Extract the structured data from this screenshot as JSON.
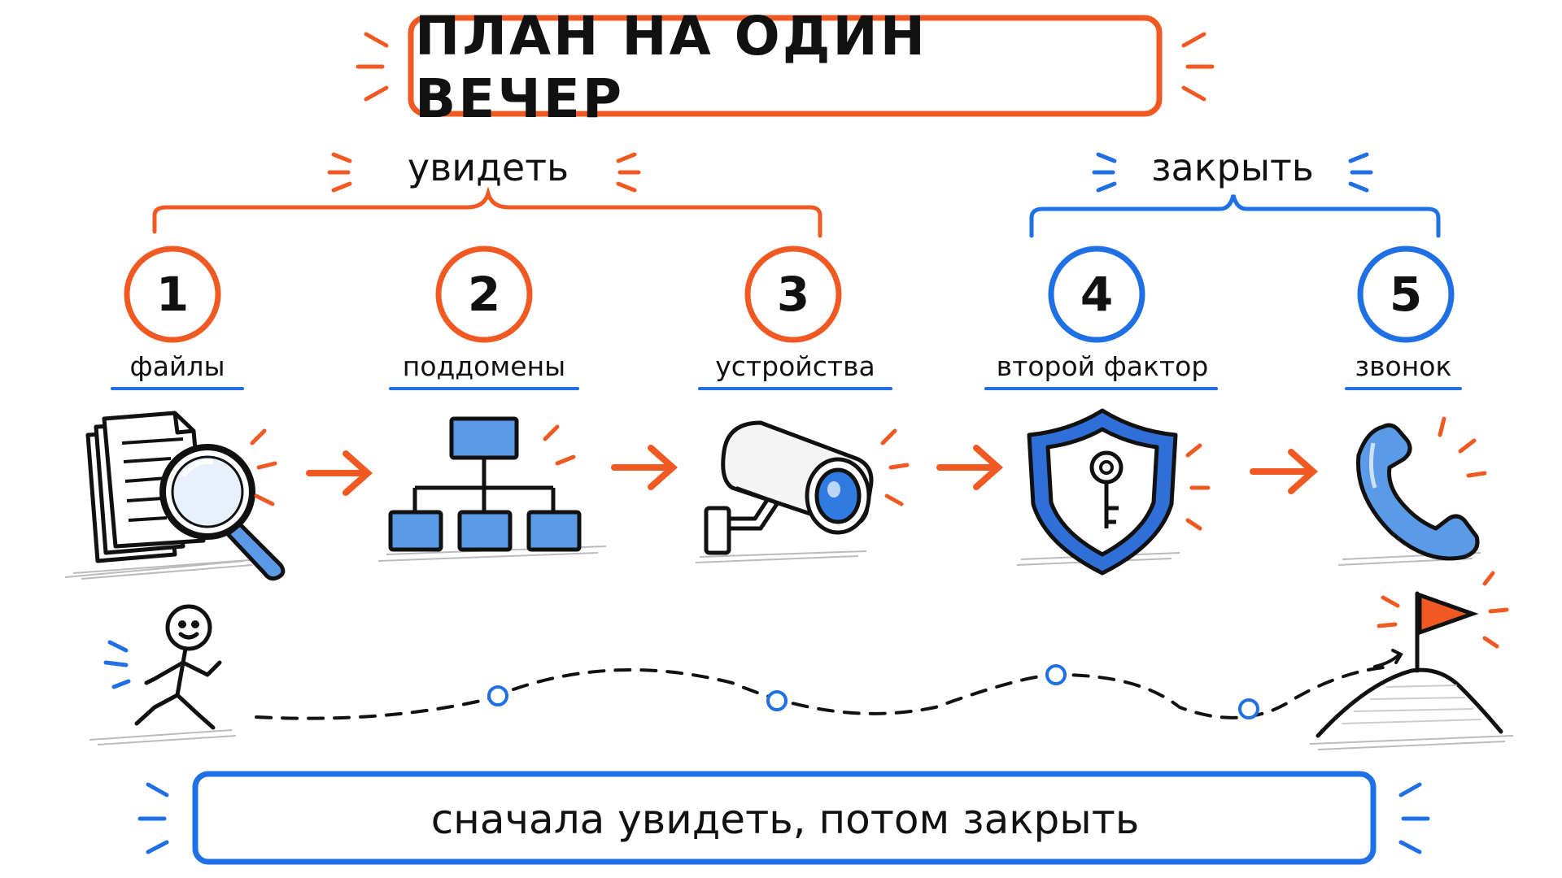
{
  "title": "ПЛАН НА ОДИН ВЕЧЕР",
  "groups": [
    {
      "label": "увидеть",
      "color": "#f05a22"
    },
    {
      "label": "закрыть",
      "color": "#1f6fe5"
    }
  ],
  "steps": [
    {
      "number": "1",
      "label": "файлы",
      "icon": "document-search-icon",
      "color": "#f05a22"
    },
    {
      "number": "2",
      "label": "поддомены",
      "icon": "network-tree-icon",
      "color": "#f05a22"
    },
    {
      "number": "3",
      "label": "устройства",
      "icon": "camera-icon",
      "color": "#f05a22"
    },
    {
      "number": "4",
      "label": "второй фактор",
      "icon": "shield-key-icon",
      "color": "#1f6fe5"
    },
    {
      "number": "5",
      "label": "звонок",
      "icon": "phone-icon",
      "color": "#1f6fe5"
    }
  ],
  "motto": "сначала увидеть, потом закрыть",
  "colors": {
    "orange": "#f05a22",
    "blue": "#1f6fe5",
    "light_blue": "#5a9ae6",
    "ink": "#111111"
  }
}
